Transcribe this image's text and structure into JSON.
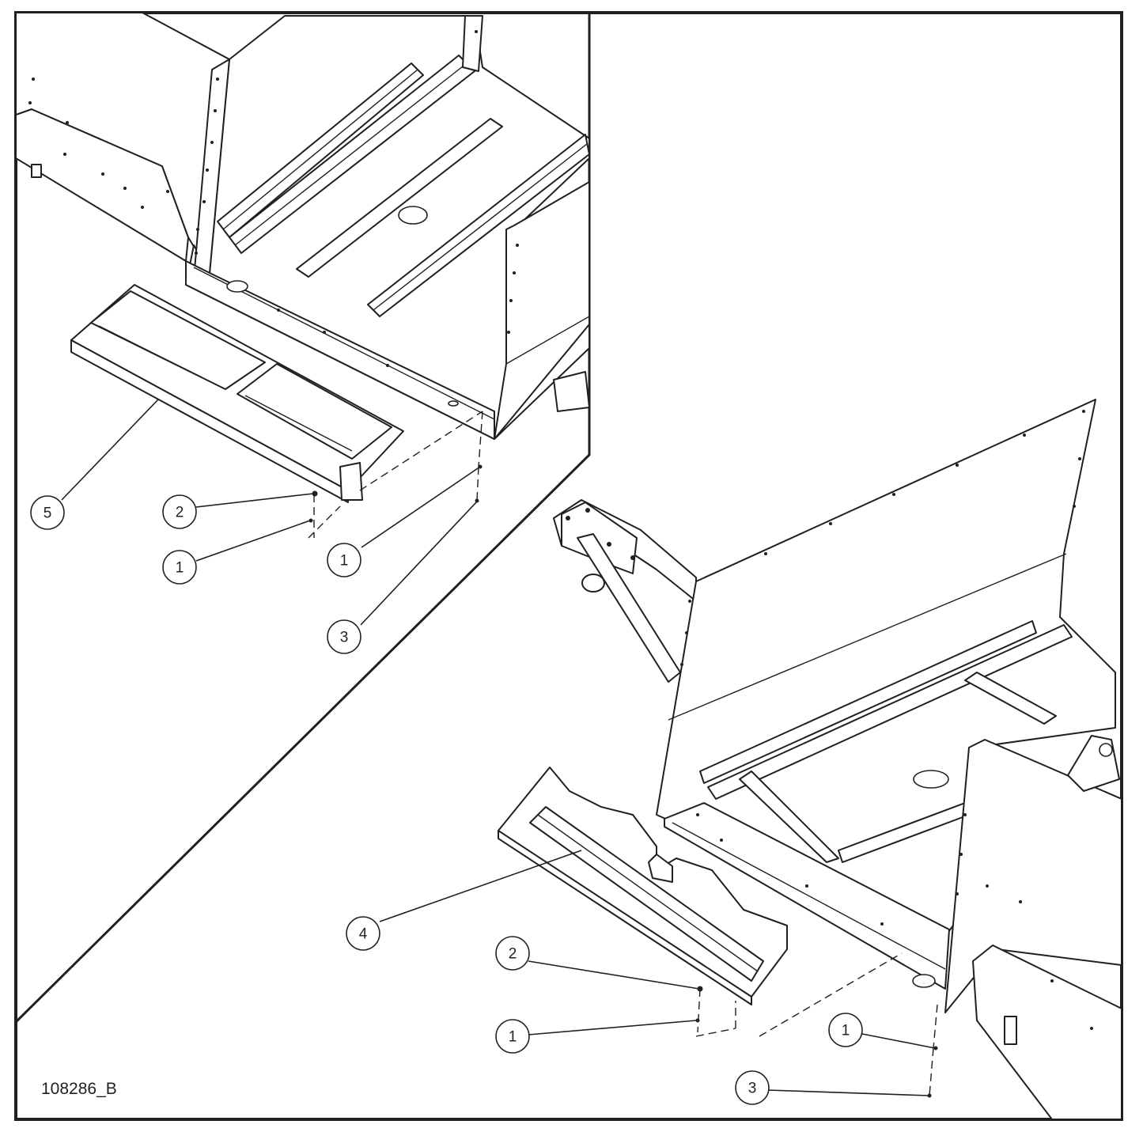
{
  "drawing_id": "108286_B",
  "callouts": {
    "top_left": {
      "c5": "5",
      "c2": "2",
      "c1_left": "1",
      "c1_right": "1",
      "c3": "3"
    },
    "bottom_right": {
      "c4": "4",
      "c2": "2",
      "c1_left": "1",
      "c1_right": "1",
      "c3": "3"
    }
  }
}
